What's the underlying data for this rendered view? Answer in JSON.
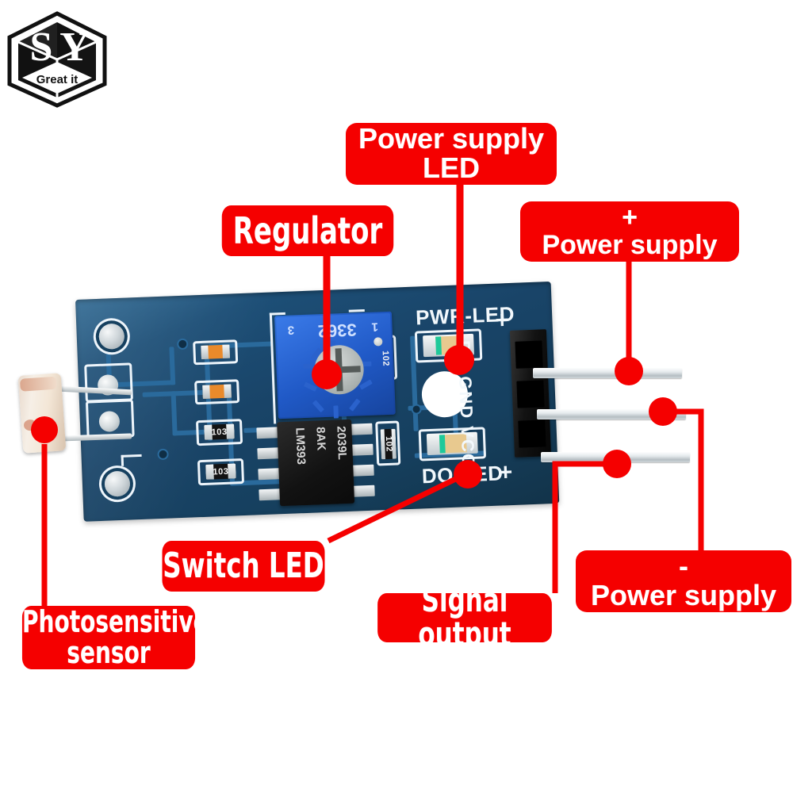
{
  "brand": {
    "logo_letters": "SY",
    "logo_tagline": "Great it",
    "logo_name": "sy-great-it-logo"
  },
  "callouts": [
    {
      "id": "pwr-led",
      "text": "Power supply\nLED",
      "name": "callout-power-supply-led",
      "color": "#f50000"
    },
    {
      "id": "regulator",
      "text": "Regulator",
      "name": "callout-regulator",
      "color": "#f50000"
    },
    {
      "id": "psu-plus",
      "text": "+\nPower supply",
      "name": "callout-power-supply-positive",
      "color": "#f50000"
    },
    {
      "id": "psu-minus",
      "text": "-\nPower supply",
      "name": "callout-power-supply-negative",
      "color": "#f50000"
    },
    {
      "id": "switch-led",
      "text": "Switch LED",
      "name": "callout-switch-led",
      "color": "#f50000"
    },
    {
      "id": "signal-out",
      "text": "Signal output",
      "name": "callout-signal-output",
      "color": "#f50000"
    },
    {
      "id": "photosensor",
      "text": "Photosensitive\nsensor",
      "name": "callout-photosensitive-sensor",
      "color": "#f50000"
    }
  ],
  "board": {
    "color": "#1d4f77",
    "silkscreen": {
      "pwr_led": "PWR-LED",
      "pwr_led_plus": "+",
      "do_led": "DO-LED",
      "do_led_plus": "+",
      "header_pins": "DO GND VCC"
    },
    "components": {
      "ic_line1": "LM393",
      "ic_line2": "8AK",
      "ic_line3": "2039L",
      "potentiometer_code": "3362",
      "pot_pin_left": "3",
      "pot_pin_right": "1",
      "resistors": [
        "103",
        "103",
        "102",
        "102"
      ]
    }
  }
}
